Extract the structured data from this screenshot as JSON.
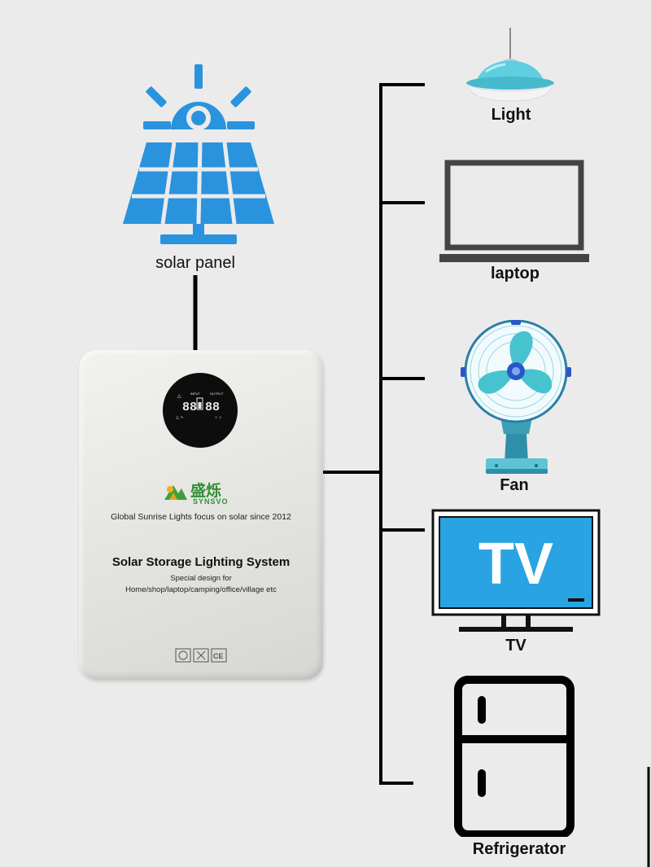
{
  "labels": {
    "solar_panel": "solar panel",
    "light": "Light",
    "laptop": "laptop",
    "fan": "Fan",
    "tv": "TV",
    "refrigerator": "Refrigerator"
  },
  "device": {
    "brand_cn": "盛烁",
    "brand_en": "SYNSVO",
    "tagline": "Global Sunrise Lights focus on solar since 2012",
    "title": "Solar Storage Lighting System",
    "subtitle": "Special design for",
    "uses": "Home/shop/laptop/camping/office/village etc",
    "display_left": "88",
    "display_right": "88"
  },
  "tv_screen_text": "TV",
  "colors": {
    "solar_blue": "#2a93de",
    "tv_blue": "#29a3e2",
    "fan_teal": "#47c3d0",
    "lamp_teal": "#5fcfe0",
    "line": "#000000"
  }
}
